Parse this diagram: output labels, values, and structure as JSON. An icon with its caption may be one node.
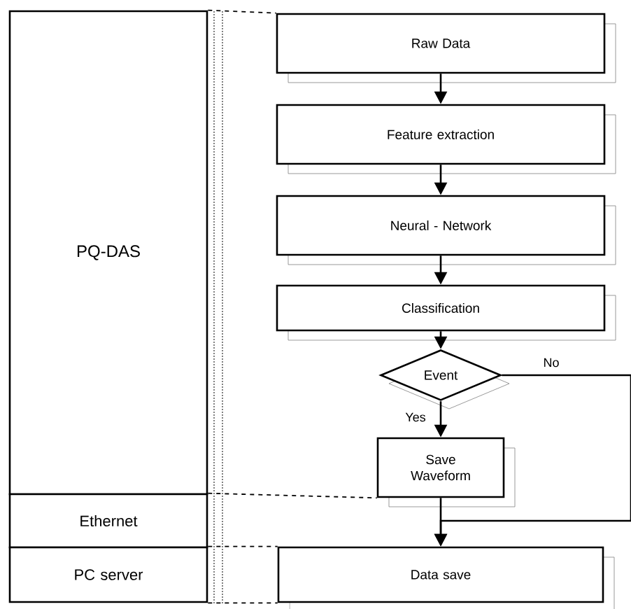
{
  "diagram": {
    "nodes": [
      {
        "text": [
          "PQ-DAS"
        ]
      },
      {
        "text": [
          "Ethernet"
        ]
      },
      {
        "text": [
          "PC server"
        ]
      },
      {
        "text": [
          "Raw Data"
        ]
      },
      {
        "text": [
          "Feature extraction"
        ]
      },
      {
        "text": [
          "Neural - Network"
        ]
      },
      {
        "text": [
          "Classification"
        ]
      },
      {
        "text": [
          "Event"
        ]
      },
      {
        "text": [
          "Save Waveform"
        ]
      },
      {
        "text": [
          "Data save"
        ]
      }
    ],
    "edges": [
      {
        "from": 3,
        "to": 4,
        "arrow": "to"
      },
      {
        "from": 4,
        "to": 5,
        "arrow": "to"
      },
      {
        "from": 5,
        "to": 6,
        "arrow": "to"
      },
      {
        "from": 6,
        "to": 7,
        "arrow": "to"
      },
      {
        "from": 7,
        "to": 8,
        "arrow": "to",
        "label": "Yes"
      },
      {
        "from": 8,
        "to": 9,
        "arrow": "to"
      },
      {
        "from": 7,
        "to": 9,
        "arrow": "to",
        "label": "No"
      },
      {
        "from": 0,
        "to": 3,
        "arrow": "none",
        "style": "dashed"
      },
      {
        "from": 1,
        "to": 8,
        "arrow": "none",
        "style": "dashed"
      },
      {
        "from": 2,
        "to": 9,
        "arrow": "none",
        "style": "dashed"
      },
      {
        "from": 2,
        "to": 9,
        "arrow": "none",
        "style": "dashed"
      }
    ]
  }
}
